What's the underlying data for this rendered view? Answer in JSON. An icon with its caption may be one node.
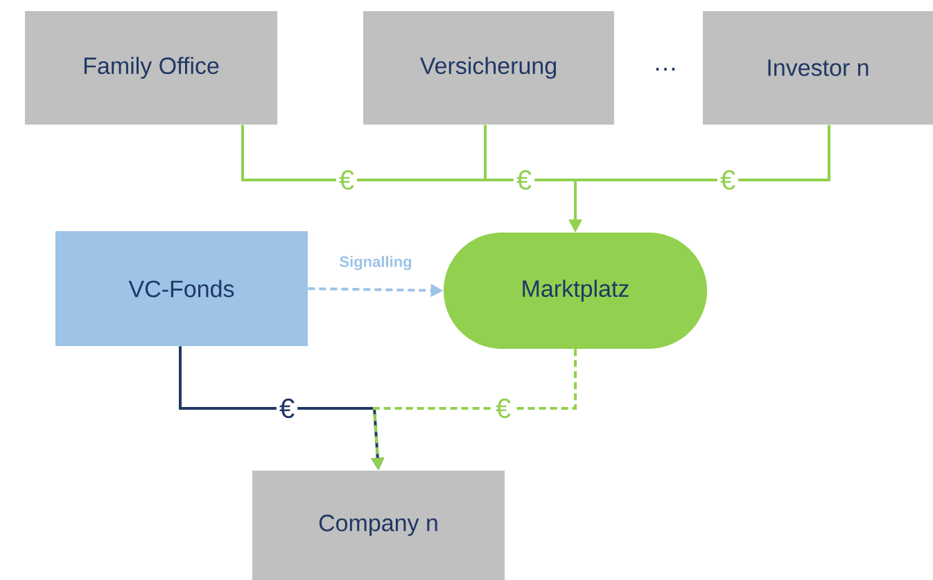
{
  "diagram": {
    "nodes": [
      {
        "text": [
          "Family Office"
        ]
      },
      {
        "text": [
          "Versicherung"
        ]
      },
      {
        "text": [
          "Investor n"
        ]
      },
      {
        "text": [
          "VC-Fonds"
        ]
      },
      {
        "text": [
          "Marktplatz"
        ]
      },
      {
        "text": [
          "Company n"
        ]
      }
    ],
    "edges": [
      {
        "from": 0,
        "to": 4,
        "arrow": "to",
        "label": "€"
      },
      {
        "from": 1,
        "to": 4,
        "arrow": "to",
        "label": "€"
      },
      {
        "from": 2,
        "to": 4,
        "arrow": "to",
        "label": "€"
      },
      {
        "from": 3,
        "to": 4,
        "arrow": "to",
        "label": "Signalling",
        "style": "dashed",
        "color": "#9dc3e6"
      },
      {
        "from": 3,
        "to": 5,
        "arrow": "to",
        "label": "€",
        "color": "#1f3864"
      },
      {
        "from": 4,
        "to": 5,
        "arrow": "to",
        "label": "€",
        "style": "dashed"
      }
    ],
    "labels": [
      "…"
    ]
  }
}
